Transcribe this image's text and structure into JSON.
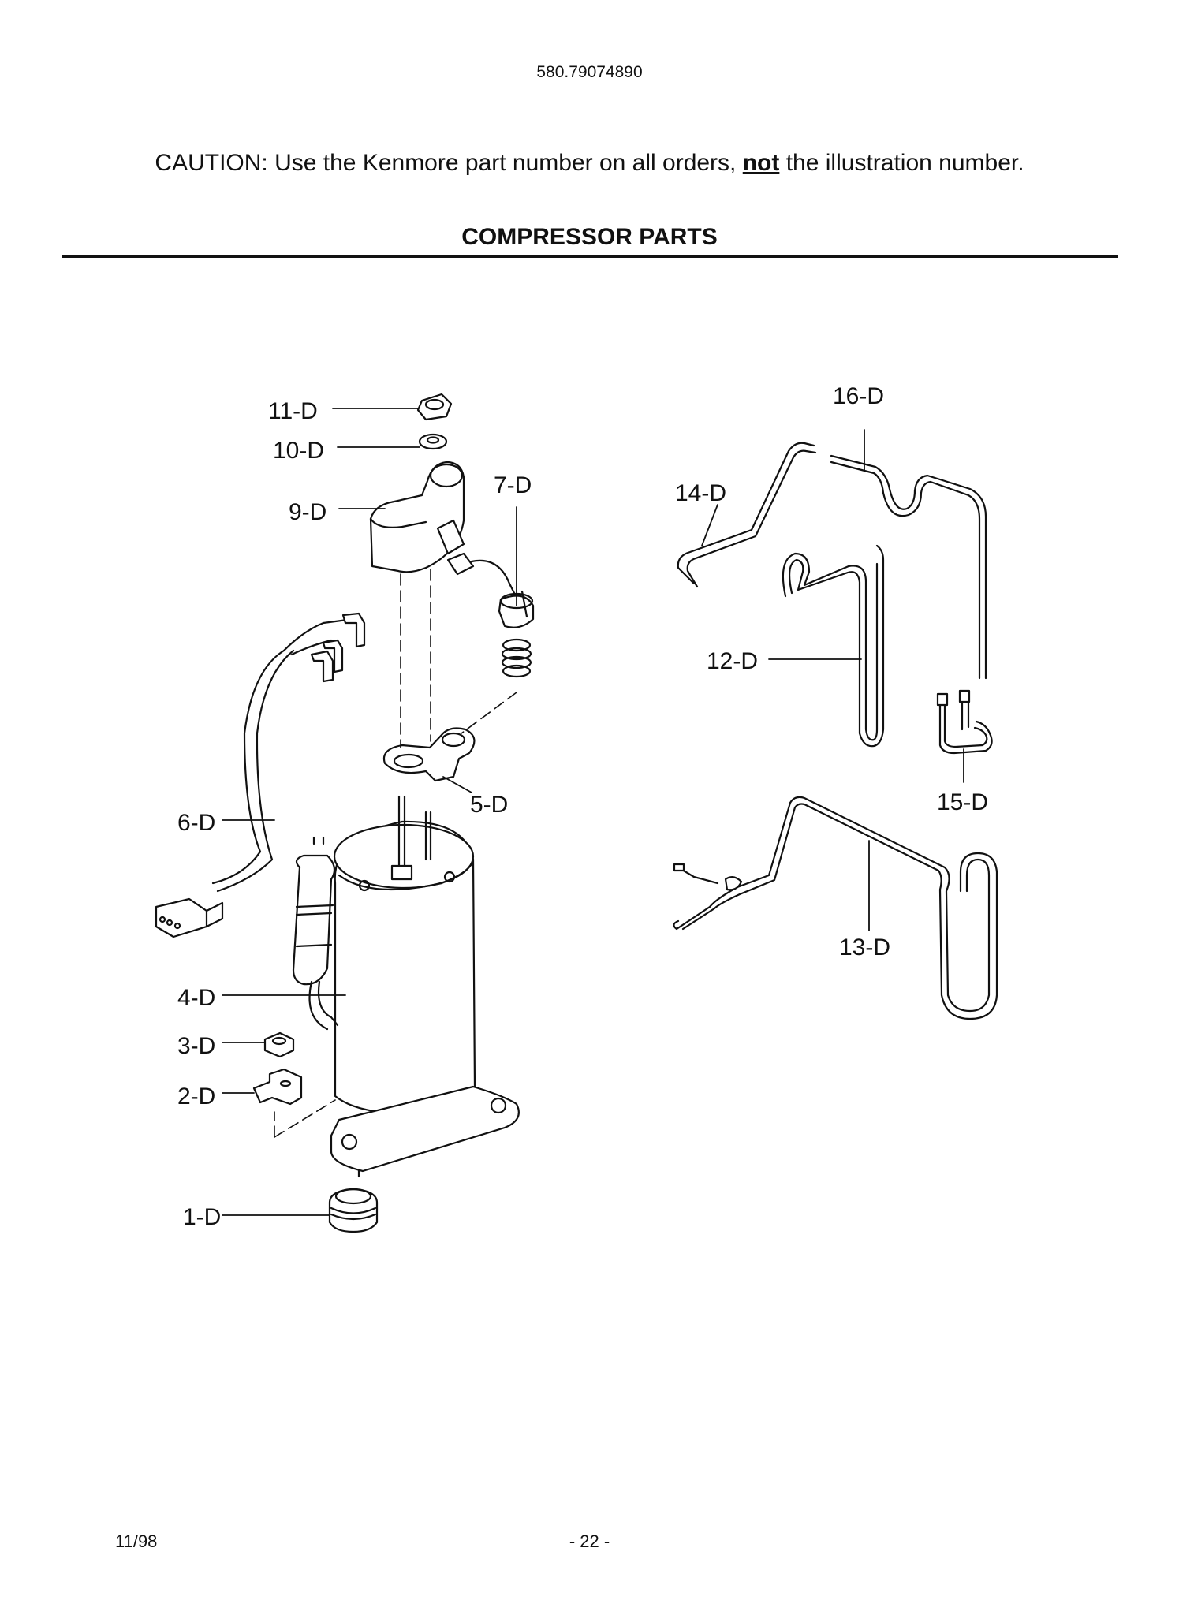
{
  "header": {
    "model_number": "580.79074890",
    "caution_prefix": "CAUTION: Use the Kenmore part number on all orders,",
    "caution_emphasis": "not",
    "caution_suffix": "the illustration number.",
    "section_title": "COMPRESSOR PARTS"
  },
  "callouts": {
    "p1": "1-D",
    "p2": "2-D",
    "p3": "3-D",
    "p4": "4-D",
    "p5": "5-D",
    "p6": "6-D",
    "p7": "7-D",
    "p9": "9-D",
    "p10": "10-D",
    "p11": "11-D",
    "p12": "12-D",
    "p13": "13-D",
    "p14": "14-D",
    "p15": "15-D",
    "p16": "16-D"
  },
  "footer": {
    "date": "11/98",
    "page": "- 22 -"
  }
}
